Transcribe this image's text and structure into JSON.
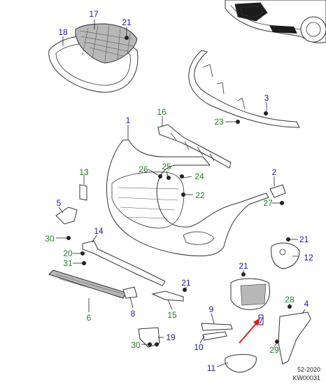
{
  "callouts": [
    {
      "id": "c1",
      "label": "1",
      "color": "#1a1aa6"
    },
    {
      "id": "c2",
      "label": "2",
      "color": "#1a1aa6"
    },
    {
      "id": "c3",
      "label": "3",
      "color": "#1a1aa6"
    },
    {
      "id": "c4",
      "label": "4",
      "color": "#1a1aa6"
    },
    {
      "id": "c5",
      "label": "5",
      "color": "#1a1aa6"
    },
    {
      "id": "c6",
      "label": "6",
      "color": "#2a7a2a"
    },
    {
      "id": "c7",
      "label": "7",
      "color": "#1a1aa6"
    },
    {
      "id": "c8",
      "label": "8",
      "color": "#1a1aa6"
    },
    {
      "id": "c9",
      "label": "9",
      "color": "#1a1aa6"
    },
    {
      "id": "c10",
      "label": "10",
      "color": "#1a1aa6"
    },
    {
      "id": "c11",
      "label": "11",
      "color": "#1a1aa6"
    },
    {
      "id": "c12",
      "label": "12",
      "color": "#1a1aa6"
    },
    {
      "id": "c13",
      "label": "13",
      "color": "#2a7a2a"
    },
    {
      "id": "c14",
      "label": "14",
      "color": "#1a1aa6"
    },
    {
      "id": "c15",
      "label": "15",
      "color": "#2a7a2a"
    },
    {
      "id": "c16",
      "label": "16",
      "color": "#2a7a2a"
    },
    {
      "id": "c17",
      "label": "17",
      "color": "#1a1aa6"
    },
    {
      "id": "c18",
      "label": "18",
      "color": "#1a1aa6"
    },
    {
      "id": "c19",
      "label": "19",
      "color": "#1a1aa6"
    },
    {
      "id": "c20",
      "label": "20",
      "color": "#2a7a2a"
    },
    {
      "id": "c21a",
      "label": "21",
      "color": "#1a1aa6"
    },
    {
      "id": "c21b",
      "label": "21",
      "color": "#1a1aa6"
    },
    {
      "id": "c21c",
      "label": "21",
      "color": "#1a1aa6"
    },
    {
      "id": "c21d",
      "label": "21",
      "color": "#1a1aa6"
    },
    {
      "id": "c22",
      "label": "22",
      "color": "#2a7a2a"
    },
    {
      "id": "c23",
      "label": "23",
      "color": "#2a7a2a"
    },
    {
      "id": "c24",
      "label": "24",
      "color": "#2a7a2a"
    },
    {
      "id": "c25",
      "label": "25",
      "color": "#2a7a2a"
    },
    {
      "id": "c26",
      "label": "26",
      "color": "#2a7a2a"
    },
    {
      "id": "c27",
      "label": "27",
      "color": "#2a7a2a"
    },
    {
      "id": "c28",
      "label": "28",
      "color": "#2a7a2a"
    },
    {
      "id": "c29",
      "label": "29",
      "color": "#2a7a2a"
    },
    {
      "id": "c30a",
      "label": "30",
      "color": "#2a7a2a"
    },
    {
      "id": "c30b",
      "label": "30",
      "color": "#2a7a2a"
    },
    {
      "id": "c31",
      "label": "31",
      "color": "#2a7a2a"
    }
  ],
  "reference": "52-2020",
  "code": "KW00031",
  "colors": {
    "arrow": "#e0201a",
    "blue_label": "#1a1aa6",
    "green_label": "#2a7a2a"
  }
}
